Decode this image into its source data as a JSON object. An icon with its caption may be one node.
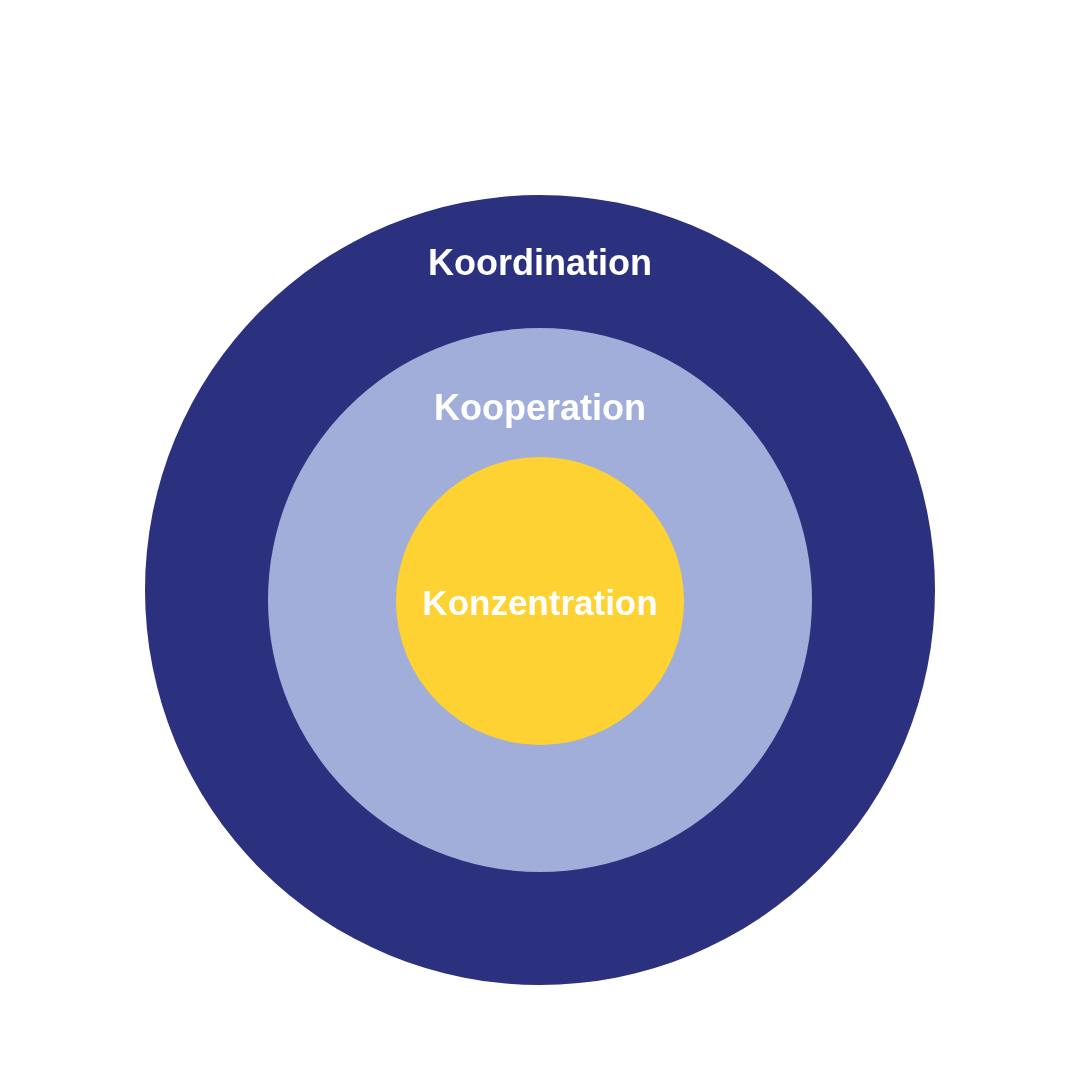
{
  "diagram": {
    "nodes": [
      {
        "text": [
          "Koordination"
        ]
      },
      {
        "text": [
          "Kooperation"
        ],
        "in": 0
      },
      {
        "text": [
          "Konzentration"
        ],
        "in": 1
      }
    ]
  }
}
